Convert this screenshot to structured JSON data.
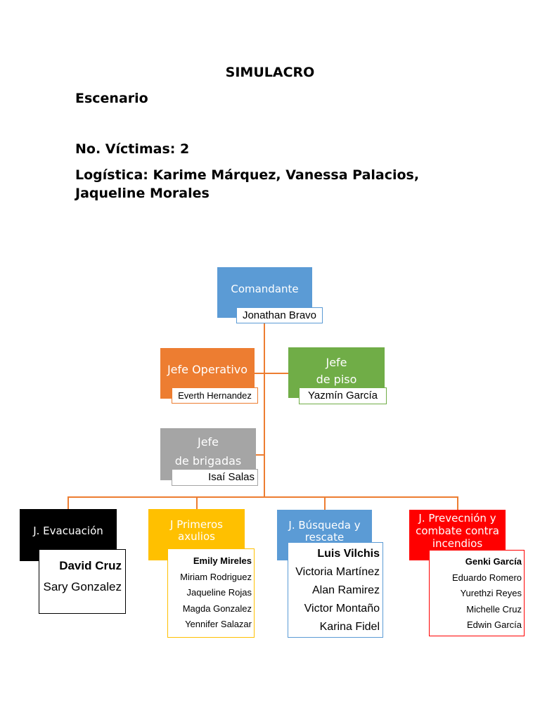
{
  "header": {
    "title": "SIMULACRO",
    "escenario": "Escenario",
    "victimas": "No. Víctimas: 2",
    "logistica_line1": "Logística: Karime Márquez, Vanessa Palacios,",
    "logistica_line2": "Jaqueline Morales"
  },
  "colors": {
    "connector": "#ED7D31",
    "comandante": "#5B9BD5",
    "operativo": "#ED7D31",
    "piso": "#70AD47",
    "brigadas": "#A5A5A5",
    "evacuacion": "#000000",
    "primeros": "#FFC000",
    "busqueda": "#5B9BD5",
    "prevencion": "#FF0000"
  },
  "chart": {
    "comandante": {
      "title": "Comandante",
      "name": "Jonathan Bravo"
    },
    "operativo": {
      "title": "Jefe Operativo",
      "name": "Everth Hernandez"
    },
    "piso": {
      "title_line1": "Jefe",
      "title_line2": "de piso",
      "name": "Yazmín García"
    },
    "brigadas": {
      "title_line1": "Jefe",
      "title_line2": "de brigadas",
      "name": "Isaí  Salas"
    },
    "evacuacion": {
      "title": "J. Evacuación",
      "leader": "David Cruz",
      "members": [
        "Sary Gonzalez"
      ]
    },
    "primeros": {
      "title_line1": "J Primeros",
      "title_line2": "axulios",
      "leader": "Emily Mireles",
      "members": [
        "Miriam Rodriguez",
        "Jaqueline Rojas",
        "Magda Gonzalez",
        "Yennifer Salazar"
      ]
    },
    "busqueda": {
      "title_line1": "J. Búsqueda y",
      "title_line2": "rescate",
      "leader": "Luis Vilchis",
      "members": [
        "Victoria Martínez",
        "Alan Ramirez",
        "Victor Montaño",
        "Karina Fidel"
      ]
    },
    "prevencion": {
      "title_line1": "J. Prevecnión y",
      "title_line2": "combate contra",
      "title_line3": "incendios",
      "leader": "Genki García",
      "members": [
        "Eduardo Romero",
        "Yurethzi Reyes",
        "Michelle Cruz",
        "Edwin García"
      ]
    }
  }
}
